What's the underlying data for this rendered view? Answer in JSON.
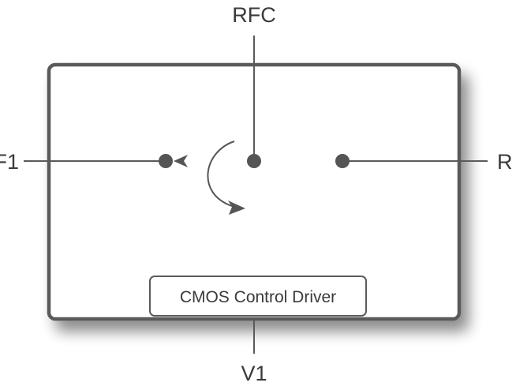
{
  "ports": {
    "rfc": "RFC",
    "rf1": "F1",
    "rf2": "R",
    "v1": "V1"
  },
  "driver": {
    "label": "CMOS Control Driver"
  },
  "colors": {
    "stroke": "#5a5a5a",
    "text": "#3a3a3a",
    "node": "#555555",
    "box_fill": "#ffffff"
  }
}
